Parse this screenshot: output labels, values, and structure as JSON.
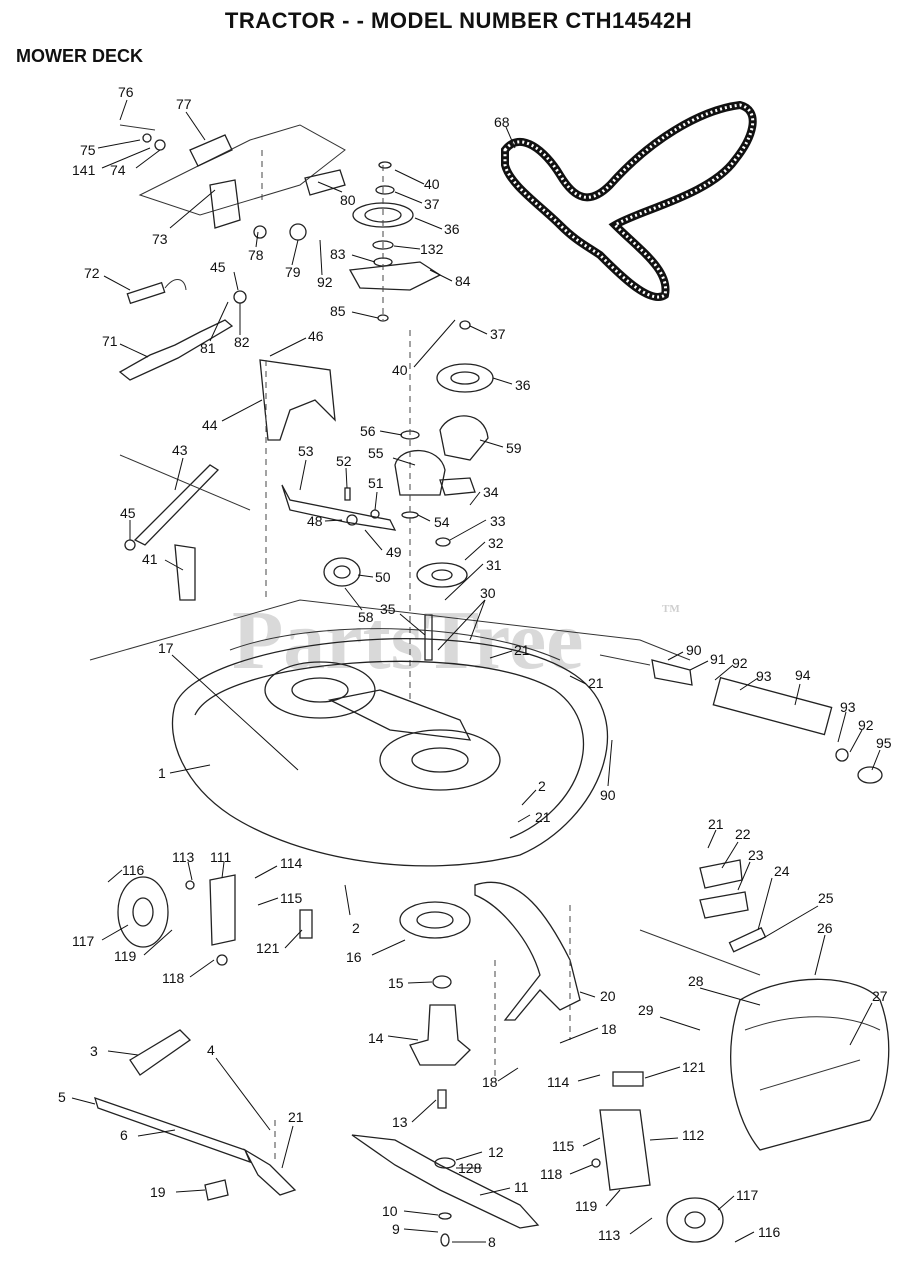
{
  "header": {
    "title": "TRACTOR - - MODEL NUMBER CTH14542H",
    "section": "MOWER DECK"
  },
  "watermark": {
    "text": "PartsTree",
    "tm": "TM"
  },
  "callouts": [
    {
      "id": "c-76",
      "text": "76"
    },
    {
      "id": "c-77",
      "text": "77"
    },
    {
      "id": "c-75",
      "text": "75"
    },
    {
      "id": "c-141",
      "text": "141"
    },
    {
      "id": "c-74",
      "text": "74"
    },
    {
      "id": "c-73",
      "text": "73"
    },
    {
      "id": "c-78",
      "text": "78"
    },
    {
      "id": "c-79",
      "text": "79"
    },
    {
      "id": "c-92a",
      "text": "92"
    },
    {
      "id": "c-80",
      "text": "80"
    },
    {
      "id": "c-40a",
      "text": "40"
    },
    {
      "id": "c-37a",
      "text": "37"
    },
    {
      "id": "c-36a",
      "text": "36"
    },
    {
      "id": "c-83",
      "text": "83"
    },
    {
      "id": "c-132",
      "text": "132"
    },
    {
      "id": "c-84",
      "text": "84"
    },
    {
      "id": "c-85",
      "text": "85"
    },
    {
      "id": "c-68",
      "text": "68"
    },
    {
      "id": "c-72",
      "text": "72"
    },
    {
      "id": "c-45a",
      "text": "45"
    },
    {
      "id": "c-81",
      "text": "81"
    },
    {
      "id": "c-82",
      "text": "82"
    },
    {
      "id": "c-71",
      "text": "71"
    },
    {
      "id": "c-46",
      "text": "46"
    },
    {
      "id": "c-44",
      "text": "44"
    },
    {
      "id": "c-37b",
      "text": "37"
    },
    {
      "id": "c-40b",
      "text": "40"
    },
    {
      "id": "c-36b",
      "text": "36"
    },
    {
      "id": "c-56",
      "text": "56"
    },
    {
      "id": "c-55",
      "text": "55"
    },
    {
      "id": "c-59",
      "text": "59"
    },
    {
      "id": "c-53",
      "text": "53"
    },
    {
      "id": "c-52",
      "text": "52"
    },
    {
      "id": "c-51",
      "text": "51"
    },
    {
      "id": "c-34",
      "text": "34"
    },
    {
      "id": "c-54",
      "text": "54"
    },
    {
      "id": "c-33",
      "text": "33"
    },
    {
      "id": "c-48",
      "text": "48"
    },
    {
      "id": "c-49",
      "text": "49"
    },
    {
      "id": "c-32",
      "text": "32"
    },
    {
      "id": "c-50",
      "text": "50"
    },
    {
      "id": "c-31",
      "text": "31"
    },
    {
      "id": "c-43",
      "text": "43"
    },
    {
      "id": "c-45b",
      "text": "45"
    },
    {
      "id": "c-41",
      "text": "41"
    },
    {
      "id": "c-58",
      "text": "58"
    },
    {
      "id": "c-35",
      "text": "35"
    },
    {
      "id": "c-30",
      "text": "30"
    },
    {
      "id": "c-21a",
      "text": "21"
    },
    {
      "id": "c-21b",
      "text": "21"
    },
    {
      "id": "c-90a",
      "text": "90"
    },
    {
      "id": "c-91",
      "text": "91"
    },
    {
      "id": "c-92b",
      "text": "92"
    },
    {
      "id": "c-93a",
      "text": "93"
    },
    {
      "id": "c-94",
      "text": "94"
    },
    {
      "id": "c-93b",
      "text": "93"
    },
    {
      "id": "c-92c",
      "text": "92"
    },
    {
      "id": "c-95",
      "text": "95"
    },
    {
      "id": "c-17",
      "text": "17"
    },
    {
      "id": "c-1",
      "text": "1"
    },
    {
      "id": "c-90b",
      "text": "90"
    },
    {
      "id": "c-2a",
      "text": "2"
    },
    {
      "id": "c-21c",
      "text": "21"
    },
    {
      "id": "c-21d",
      "text": "21"
    },
    {
      "id": "c-22",
      "text": "22"
    },
    {
      "id": "c-23",
      "text": "23"
    },
    {
      "id": "c-24",
      "text": "24"
    },
    {
      "id": "c-25",
      "text": "25"
    },
    {
      "id": "c-26",
      "text": "26"
    },
    {
      "id": "c-27",
      "text": "27"
    },
    {
      "id": "c-28",
      "text": "28"
    },
    {
      "id": "c-29",
      "text": "29"
    },
    {
      "id": "c-116a",
      "text": "116"
    },
    {
      "id": "c-113a",
      "text": "113"
    },
    {
      "id": "c-111",
      "text": "111"
    },
    {
      "id": "c-114a",
      "text": "114"
    },
    {
      "id": "c-115a",
      "text": "115"
    },
    {
      "id": "c-117a",
      "text": "117"
    },
    {
      "id": "c-119a",
      "text": "119"
    },
    {
      "id": "c-118a",
      "text": "118"
    },
    {
      "id": "c-121a",
      "text": "121"
    },
    {
      "id": "c-2b",
      "text": "2"
    },
    {
      "id": "c-16",
      "text": "16"
    },
    {
      "id": "c-15",
      "text": "15"
    },
    {
      "id": "c-14",
      "text": "14"
    },
    {
      "id": "c-20",
      "text": "20"
    },
    {
      "id": "c-18a",
      "text": "18"
    },
    {
      "id": "c-18b",
      "text": "18"
    },
    {
      "id": "c-13",
      "text": "13"
    },
    {
      "id": "c-114b",
      "text": "114"
    },
    {
      "id": "c-121b",
      "text": "121"
    },
    {
      "id": "c-3",
      "text": "3"
    },
    {
      "id": "c-4",
      "text": "4"
    },
    {
      "id": "c-5",
      "text": "5"
    },
    {
      "id": "c-6",
      "text": "6"
    },
    {
      "id": "c-21e",
      "text": "21"
    },
    {
      "id": "c-19",
      "text": "19"
    },
    {
      "id": "c-12",
      "text": "12"
    },
    {
      "id": "c-128",
      "text": "128"
    },
    {
      "id": "c-11",
      "text": "11"
    },
    {
      "id": "c-10",
      "text": "10"
    },
    {
      "id": "c-9",
      "text": "9"
    },
    {
      "id": "c-8",
      "text": "8"
    },
    {
      "id": "c-115b",
      "text": "115"
    },
    {
      "id": "c-112",
      "text": "112"
    },
    {
      "id": "c-118b",
      "text": "118"
    },
    {
      "id": "c-119b",
      "text": "119"
    },
    {
      "id": "c-117b",
      "text": "117"
    },
    {
      "id": "c-113b",
      "text": "113"
    },
    {
      "id": "c-116b",
      "text": "116"
    }
  ]
}
